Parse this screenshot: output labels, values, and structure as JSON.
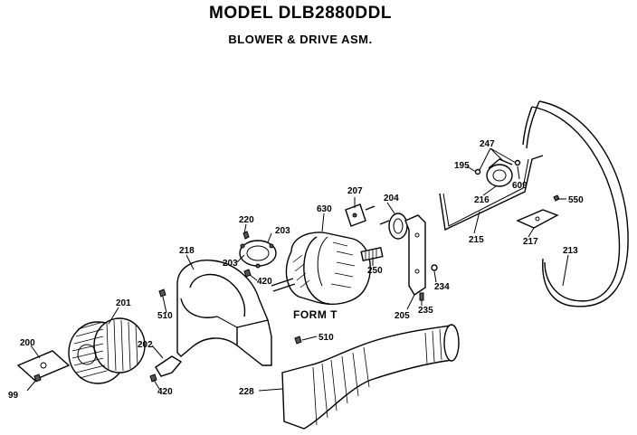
{
  "title": "MODEL DLB2880DDL",
  "subtitle": "BLOWER & DRIVE ASM.",
  "form_label": "FORM T",
  "parts": [
    {
      "id": "p99",
      "label": "99"
    },
    {
      "id": "p200",
      "label": "200"
    },
    {
      "id": "p201",
      "label": "201"
    },
    {
      "id": "p202",
      "label": "202"
    },
    {
      "id": "p420a",
      "label": "420"
    },
    {
      "id": "p510a",
      "label": "510"
    },
    {
      "id": "p218",
      "label": "218"
    },
    {
      "id": "p220",
      "label": "220"
    },
    {
      "id": "p203a",
      "label": "203"
    },
    {
      "id": "p203b",
      "label": "203"
    },
    {
      "id": "p420b",
      "label": "420"
    },
    {
      "id": "p630",
      "label": "630"
    },
    {
      "id": "p207",
      "label": "207"
    },
    {
      "id": "p204",
      "label": "204"
    },
    {
      "id": "p250",
      "label": "250"
    },
    {
      "id": "p205",
      "label": "205"
    },
    {
      "id": "p235",
      "label": "235"
    },
    {
      "id": "p234",
      "label": "234"
    },
    {
      "id": "p510b",
      "label": "510"
    },
    {
      "id": "p228",
      "label": "228"
    },
    {
      "id": "p195",
      "label": "195"
    },
    {
      "id": "p247",
      "label": "247"
    },
    {
      "id": "p216",
      "label": "216"
    },
    {
      "id": "p609",
      "label": "609"
    },
    {
      "id": "p215",
      "label": "215"
    },
    {
      "id": "p550",
      "label": "550"
    },
    {
      "id": "p217",
      "label": "217"
    },
    {
      "id": "p213",
      "label": "213"
    }
  ]
}
